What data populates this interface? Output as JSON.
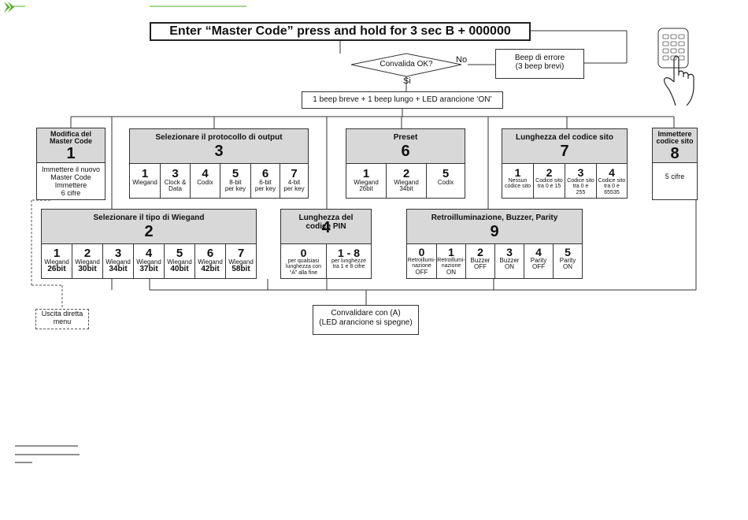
{
  "main_title": "Enter “Master Code” press and hold for 3 sec B + 000000",
  "decision": {
    "question": "Convalida OK?",
    "no": "No",
    "yes": "Si"
  },
  "error_box": {
    "line1": "Beep di errore",
    "line2": "(3 beep brevi)"
  },
  "confirm_box": "1 beep breve + 1 beep lungo + LED arancione ‘ON’",
  "modify_master": {
    "title1": "Modifica del",
    "title2": "Master Code",
    "number": "1",
    "body1": "Immettere il nuovo",
    "body2": "Master Code",
    "body3": "Immettere",
    "body4": "6 cifre"
  },
  "output_protocol": {
    "title": "Selezionare il protocollo di output",
    "number": "3",
    "options": [
      {
        "num": "1",
        "line1": "Wiegand",
        "line2": ""
      },
      {
        "num": "3",
        "line1": "Clock &",
        "line2": "Data"
      },
      {
        "num": "4",
        "line1": "Codix",
        "line2": ""
      },
      {
        "num": "5",
        "line1": "8-bit",
        "line2": "per key"
      },
      {
        "num": "6",
        "line1": "6-bit",
        "line2": "per key"
      },
      {
        "num": "7",
        "line1": "4-bit",
        "line2": "per key"
      }
    ]
  },
  "preset": {
    "title": "Preset",
    "number": "6",
    "options": [
      {
        "num": "1",
        "line1": "Wiegand",
        "line2": "26bit"
      },
      {
        "num": "2",
        "line1": "Wiegand",
        "line2": "34bit"
      },
      {
        "num": "5",
        "line1": "Codix",
        "line2": ""
      }
    ]
  },
  "site_code_length": {
    "title": "Lunghezza del codice sito",
    "number": "7",
    "options": [
      {
        "num": "1",
        "line1": "Nessun",
        "line2": "codice sito",
        "line3": ""
      },
      {
        "num": "2",
        "line1": "Codice sito",
        "line2": "tra 0 e 15",
        "line3": ""
      },
      {
        "num": "3",
        "line1": "Codice sito",
        "line2": "tra 0 e",
        "line3": "255"
      },
      {
        "num": "4",
        "line1": "Codice sito",
        "line2": "tra 0 e",
        "line3": "65535"
      }
    ]
  },
  "site_code_enter": {
    "title1": "Immettere",
    "title2": "codice sito",
    "number": "8",
    "body": "5 cifre"
  },
  "wiegand_type": {
    "title": "Selezionare il tipo di Wiegand",
    "number": "2",
    "options": [
      {
        "num": "1",
        "line1": "Wiegand",
        "line2": "26bit"
      },
      {
        "num": "2",
        "line1": "Wiegand",
        "line2": "30bit"
      },
      {
        "num": "3",
        "line1": "Wiegand",
        "line2": "34bit"
      },
      {
        "num": "4",
        "line1": "Wiegand",
        "line2": "37bit"
      },
      {
        "num": "5",
        "line1": "Wiegand",
        "line2": "40bit"
      },
      {
        "num": "6",
        "line1": "Wiegand",
        "line2": "42bit"
      },
      {
        "num": "7",
        "line1": "Wiegand",
        "line2": "58bit"
      }
    ]
  },
  "pin_length": {
    "title1": "Lunghezza del",
    "title2": "codice PIN",
    "number": "4",
    "options": [
      {
        "num": "0",
        "line1": "per qualsiasi",
        "line2": "lunghezza con",
        "line3": "“A” alla fine"
      },
      {
        "num": "1 - 8",
        "line1": "per lunghezze",
        "line2": "tra 1 e 8 cifre",
        "line3": ""
      }
    ]
  },
  "backlight": {
    "title": "Retroilluminazione, Buzzer, Parity",
    "number": "9",
    "options": [
      {
        "num": "0",
        "line1": "Retroillumi-",
        "line2": "nazione",
        "line3": "OFF"
      },
      {
        "num": "1",
        "line1": "Retroillumi-",
        "line2": "nazione",
        "line3": "ON"
      },
      {
        "num": "2",
        "line1": "Buzzer",
        "line2": "OFF",
        "line3": ""
      },
      {
        "num": "3",
        "line1": "Buzzer",
        "line2": "ON",
        "line3": ""
      },
      {
        "num": "4",
        "line1": "Parity",
        "line2": "OFF",
        "line3": ""
      },
      {
        "num": "5",
        "line1": "Parity",
        "line2": "ON",
        "line3": ""
      }
    ]
  },
  "exit_menu": {
    "line1": "Uscita diretta",
    "line2": "menu"
  },
  "validate_box": {
    "line1": "Convalidare con (A)",
    "line2": "(LED arancione si spegne)"
  },
  "icons": {
    "header_arrow": "chevron-right-icon",
    "keypad_hand": "hand-keypad-icon"
  },
  "colors": {
    "accent_green": "#4caf1f",
    "header_gray": "#d8d8d8"
  }
}
